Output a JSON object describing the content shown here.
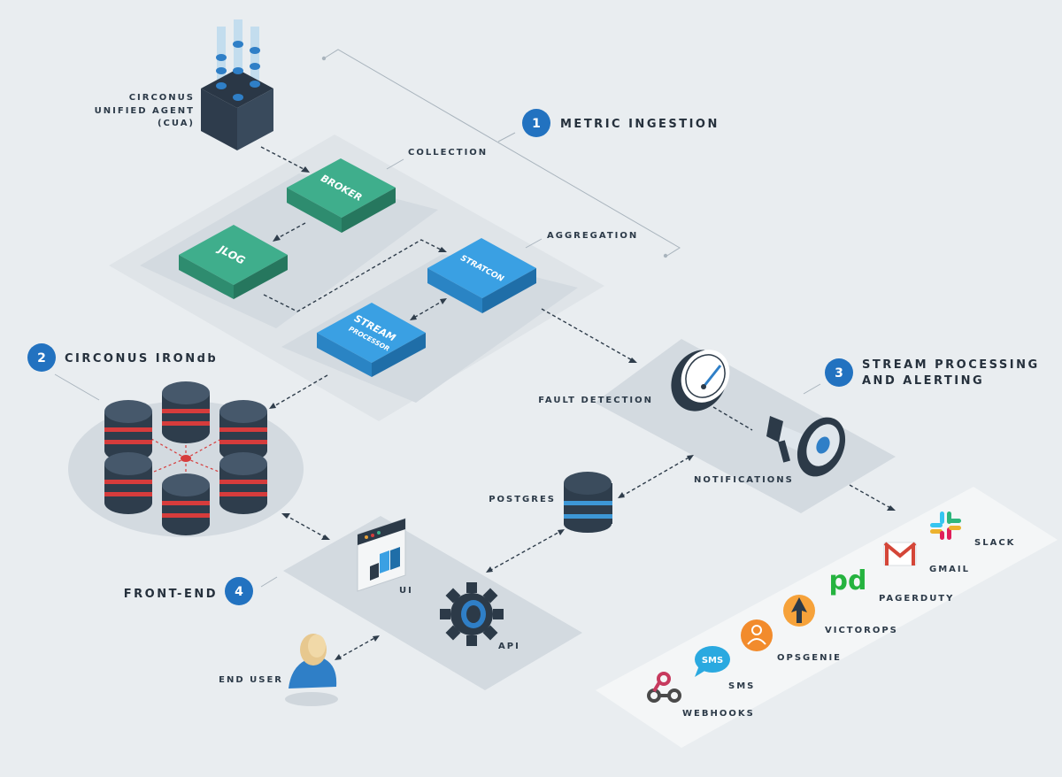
{
  "steps": {
    "s1": {
      "number": "1",
      "title": "METRIC INGESTION"
    },
    "s2": {
      "number": "2",
      "title": "CIRCONUS IRONdb"
    },
    "s3": {
      "number": "3",
      "title_line1": "STREAM PROCESSING",
      "title_line2": "AND ALERTING"
    },
    "s4": {
      "number": "4",
      "title": "FRONT-END"
    }
  },
  "labels": {
    "cua_line1": "CIRCONUS",
    "cua_line2": "UNIFIED AGENT",
    "cua_line3": "(CUA)",
    "collection": "COLLECTION",
    "aggregation": "AGGREGATION",
    "fault_detection": "FAULT DETECTION",
    "notifications": "NOTIFICATIONS",
    "postgres": "POSTGRES",
    "ui": "UI",
    "api": "API",
    "end_user": "END USER"
  },
  "boxes": {
    "broker": "BROKER",
    "jlog": "JLOG",
    "stratcon": "STRATCON",
    "stream_line1": "STREAM",
    "stream_line2": "PROCESSOR"
  },
  "integrations": {
    "slack": "SLACK",
    "gmail": "GMAIL",
    "pagerduty": "PAGERDUTY",
    "victorops": "VICTOROPS",
    "opsgenie": "OPSGENIE",
    "sms": "SMS",
    "sms_bubble": "SMS",
    "webhooks": "WEBHOOKS",
    "pagerduty_mark": "pd"
  },
  "colors": {
    "step_badge": "#2272c0",
    "green_box": "#3fae8c",
    "blue_box": "#3aa0e3",
    "db_red": "#d63c3c",
    "db_blue": "#3d97d6",
    "dark": "#2c3a48"
  }
}
